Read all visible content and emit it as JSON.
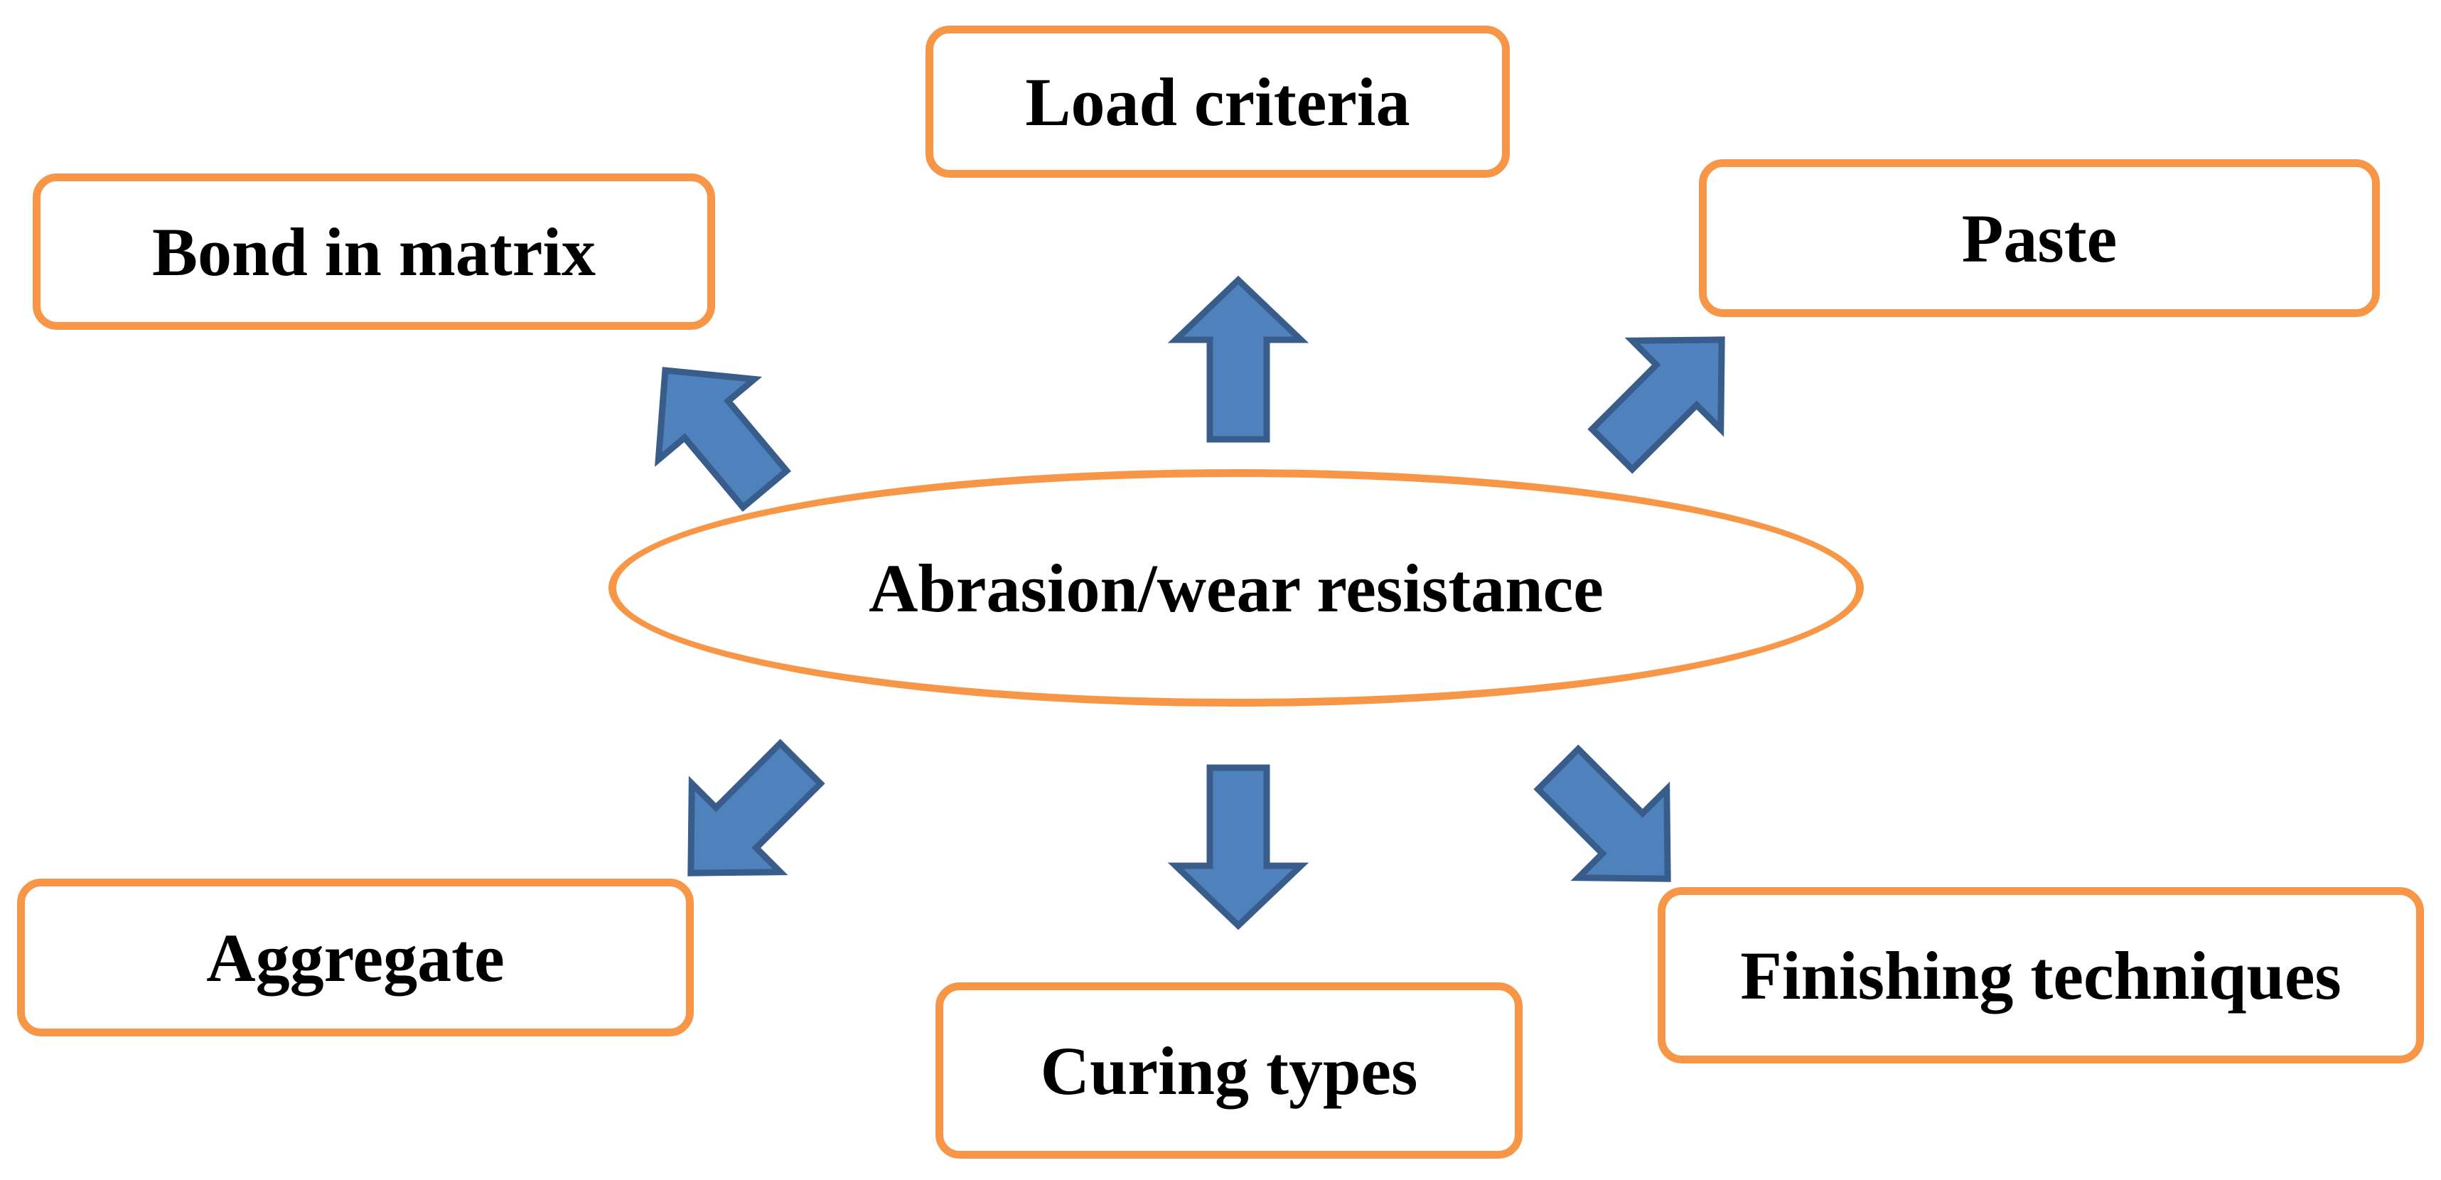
{
  "diagram": {
    "center": {
      "label": "Abrasion/wear resistance"
    },
    "factors": {
      "load": "Load criteria",
      "bond": "Bond in matrix",
      "paste": "Paste",
      "aggregate": "Aggregate",
      "curing": "Curing types",
      "finishing": "Finishing techniques"
    },
    "colors": {
      "node_border": "#F79646",
      "arrow_fill": "#4F81BD",
      "arrow_stroke": "#385D8A",
      "text": "#000000"
    }
  }
}
